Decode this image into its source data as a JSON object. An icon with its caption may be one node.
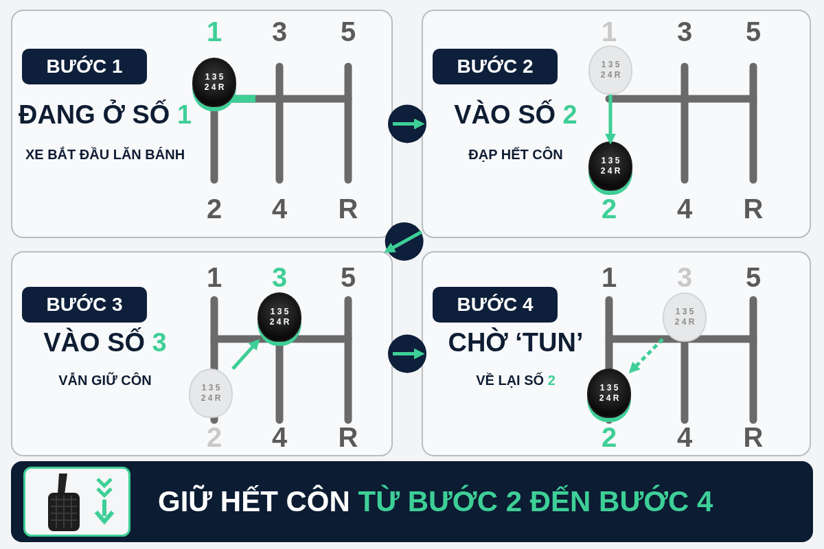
{
  "diagram": {
    "nodes": [
      {
        "text": [
          "BƯỚC 1",
          "ĐANG Ở SỐ **1**",
          "XE BẮT ĐẦU LĂN BÁNH"
        ]
      },
      {
        "text": [
          "1 3 5 2 4 R"
        ],
        "in": 0
      },
      {
        "text": [
          "BƯỚC 2",
          "VÀO SỐ **2**",
          "ĐẠP HẾT CÔN"
        ]
      },
      {
        "text": [
          "1 3 5 2 4 R"
        ],
        "in": 2
      },
      {
        "text": [
          "1 3 5 2 4 R"
        ],
        "in": 2
      },
      {
        "text": [
          "BƯỚC 3",
          "VÀO SỐ **3**",
          "VẪN GIỮ CÔN"
        ]
      },
      {
        "text": [
          "1 3 5 2 4 R"
        ],
        "in": 5
      },
      {
        "text": [
          "1 3 5 2 4 R"
        ],
        "in": 5
      },
      {
        "text": [
          "BƯỚC 4",
          "CHỜ ‘TUN’",
          "VỀ LẠI SỐ **2**"
        ]
      },
      {
        "text": [
          "1 3 5 2 4 R"
        ],
        "in": 8
      },
      {
        "text": [
          "1 3 5 2 4 R"
        ],
        "in": 8
      },
      {
        "text": [
          "GIỮ HẾT CÔN **TỪ BƯỚC 2 ĐẾN BƯỚC 4**"
        ]
      }
    ],
    "edges": [
      {
        "from": 0,
        "to": 2,
        "arrow": "to"
      },
      {
        "from": 2,
        "to": 5,
        "arrow": "to"
      },
      {
        "from": 5,
        "to": 8,
        "arrow": "to"
      },
      {
        "from": 3,
        "to": 4,
        "arrow": "to"
      },
      {
        "from": 6,
        "to": 7,
        "arrow": "to"
      },
      {
        "from": 9,
        "to": 10,
        "arrow": "to",
        "style": "dashed"
      }
    ],
    "labels": [
      "1",
      "3",
      "5",
      "2",
      "4",
      "R",
      "1",
      "3",
      "5",
      "2",
      "4",
      "R",
      "1",
      "3",
      "5",
      "2",
      "4",
      "R",
      "1",
      "3",
      "5",
      "2",
      "4",
      "R"
    ]
  }
}
